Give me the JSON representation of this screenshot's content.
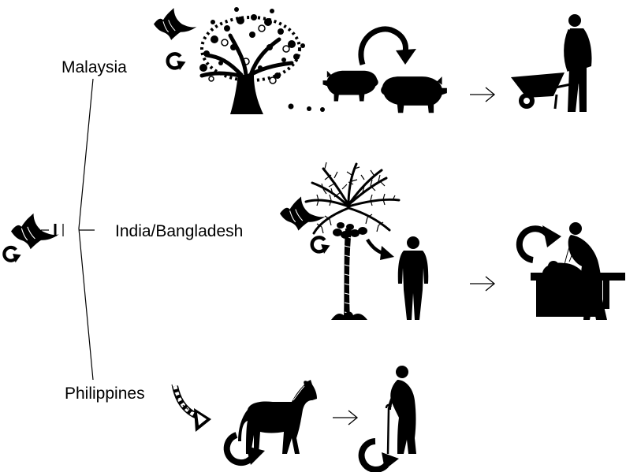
{
  "regions": {
    "malaysia": "Malaysia",
    "india_bangladesh": "India/Bangladesh",
    "philippines": "Philippines"
  },
  "icons": {
    "origin": [
      "bat-icon",
      "cycle-arrow-icon",
      "break-symbol"
    ],
    "malaysia": [
      "bat-icon",
      "cycle-arrow-icon",
      "fruit-tree-icon",
      "dropping-dots",
      "pig-icon",
      "pig-icon",
      "pig-to-pig-arrow-icon",
      "arrow-right-icon",
      "farmer-with-wheelbarrow-icon"
    ],
    "india_bangladesh": [
      "bat-icon",
      "cycle-arrow-icon",
      "date-palm-icon",
      "palm-to-human-arrow-icon",
      "human-icon",
      "arrow-right-icon",
      "caregiver-with-patient-icon",
      "cycle-arrow-icon"
    ],
    "philippines": [
      "dashed-arrow-icon",
      "horse-icon",
      "cycle-arrow-icon",
      "arrow-right-icon",
      "elderly-person-with-cane-icon",
      "cycle-arrow-icon"
    ]
  },
  "colors": {
    "ink": "#000000",
    "background": "#ffffff"
  }
}
